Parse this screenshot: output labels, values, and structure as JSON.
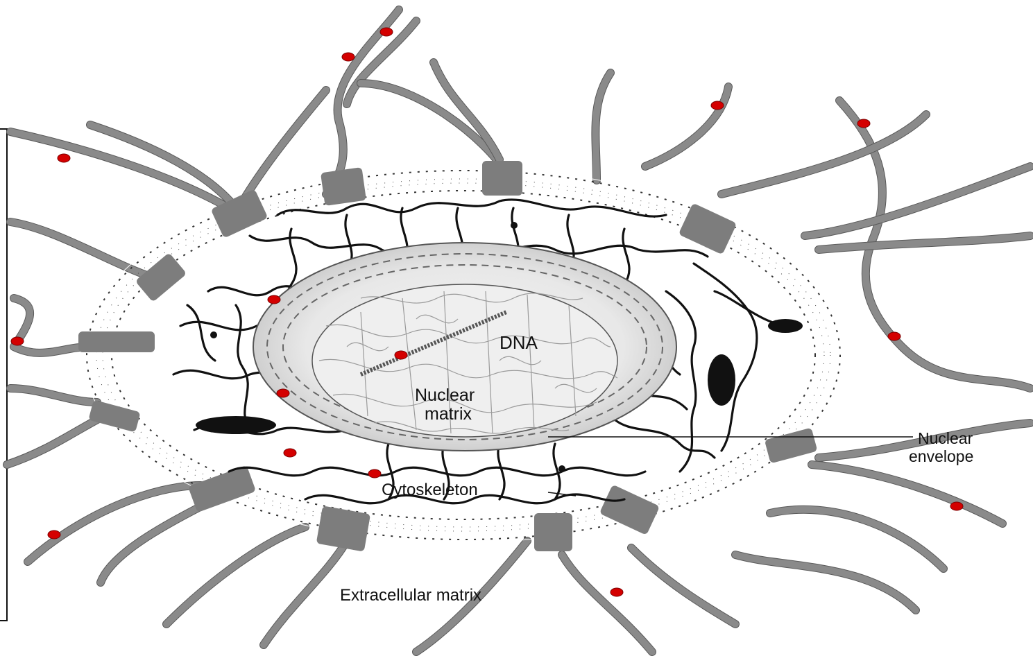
{
  "diagram": {
    "labels": {
      "dna": "DNA",
      "nuclear_matrix_line1": "Nuclear",
      "nuclear_matrix_line2": "matrix",
      "nuclear_envelope_line1": "Nuclear",
      "nuclear_envelope_line2": "envelope",
      "cytoskeleton": "Cytoskeleton",
      "extracellular_matrix": "Extracellular matrix"
    },
    "colors": {
      "background": "#ffffff",
      "fiber": "#8a8a8a",
      "integrin_patch": "#7d7d7d",
      "cytoskeleton": "#111111",
      "binding_dot": "#d40000",
      "nucleus_fill": "#e4e4e4"
    }
  }
}
